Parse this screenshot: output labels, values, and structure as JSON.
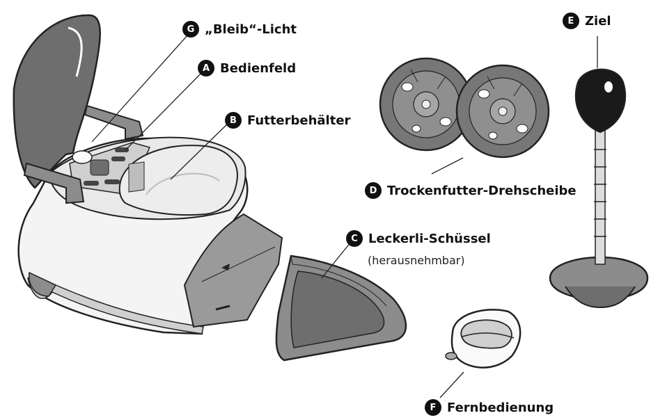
{
  "labels": {
    "g": {
      "letter": "G",
      "text": "„Bleib“-Licht"
    },
    "a": {
      "letter": "A",
      "text": "Bedienfeld"
    },
    "b": {
      "letter": "B",
      "text": "Futterbehälter"
    },
    "c": {
      "letter": "C",
      "text": "Leckerli-Schüssel",
      "sub": "(herausnehmbar)"
    },
    "d": {
      "letter": "D",
      "text": "Trockenfutter-Drehscheibe"
    },
    "e": {
      "letter": "E",
      "text": "Ziel"
    },
    "f": {
      "letter": "F",
      "text": "Fernbedienung"
    }
  },
  "colors": {
    "outline": "#222222",
    "body_light": "#f4f4f4",
    "gray_mid": "#8c8c8c",
    "gray_dark": "#6e6e6e",
    "target_black": "#1a1a1a"
  }
}
